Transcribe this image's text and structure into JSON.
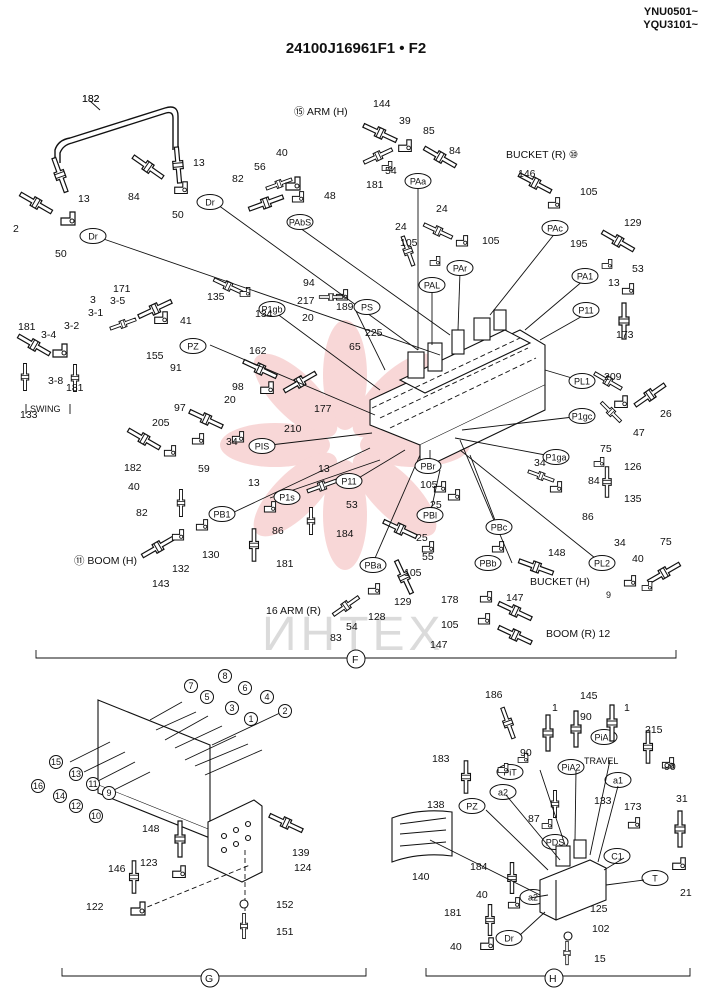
{
  "header": {
    "serial_lines": [
      "YNU0501~",
      "YQU3101~"
    ],
    "title": "24100J16961F1 • F2"
  },
  "watermark": "ИНТЕХ",
  "views": {
    "f": "F",
    "g": "G",
    "h": "H"
  },
  "callouts": {
    "arm_h": "⑮ ARM (H)",
    "bucket_r": "BUCKET (R) ⑩",
    "boom_h": "⑪ BOOM (H)",
    "arm_r": "16 ARM (R)",
    "bucket_h": "BUCKET (H)",
    "bucket_h_no": "9",
    "boom_r": "BOOM (R) 12",
    "swing": "SWING",
    "travel": "TRAVEL"
  },
  "ports": [
    "Dr",
    "Dr",
    "PAbS",
    "PAa",
    "PAL",
    "PAr",
    "PAc",
    "PA1",
    "P11",
    "PL1",
    "P1gb",
    "PS",
    "PZ",
    "PIS",
    "P11",
    "P1s",
    "PB1",
    "PBr",
    "PBl",
    "PBc",
    "PBb",
    "PBa",
    "P1ga",
    "P1gc",
    "PL2",
    "PZ",
    "a2",
    "PiT",
    "PiA2",
    "PiA1",
    "a1",
    "PDS",
    "C1",
    "T",
    "Dr",
    "a2"
  ],
  "parts_f": [
    "182",
    "2",
    "13",
    "50",
    "84",
    "13",
    "50",
    "82",
    "56",
    "40",
    "48",
    "144",
    "39",
    "85",
    "84",
    "181",
    "54",
    "146",
    "105",
    "24",
    "24",
    "105",
    "105",
    "129",
    "195",
    "53",
    "13",
    "173",
    "135",
    "134",
    "94",
    "217",
    "189",
    "20",
    "225",
    "65",
    "3",
    "3-1",
    "3-5",
    "171",
    "41",
    "181",
    "3-2",
    "3-4",
    "155",
    "91",
    "133",
    "3-8",
    "181",
    "162",
    "98",
    "177",
    "20",
    "97",
    "205",
    "210",
    "34",
    "182",
    "40",
    "59",
    "209",
    "26",
    "47",
    "75",
    "13",
    "53",
    "84",
    "86",
    "34",
    "126",
    "135",
    "13",
    "86",
    "184",
    "82",
    "130",
    "132",
    "143",
    "181",
    "25",
    "105",
    "25",
    "105",
    "55",
    "148",
    "34",
    "40",
    "75",
    "129",
    "128",
    "54",
    "83",
    "178",
    "147",
    "105",
    "147"
  ],
  "parts_g": [
    "7",
    "8",
    "5",
    "6",
    "3",
    "4",
    "1",
    "2",
    "15",
    "13",
    "11",
    "9",
    "16",
    "14",
    "12",
    "10",
    "148",
    "139",
    "146",
    "123",
    "124",
    "122",
    "152",
    "151"
  ],
  "parts_h": [
    "186",
    "145",
    "1",
    "90",
    "1",
    "215",
    "183",
    "90",
    "90",
    "133",
    "138",
    "87",
    "140",
    "31",
    "173",
    "184",
    "40",
    "21",
    "181",
    "40",
    "125",
    "102",
    "15"
  ]
}
